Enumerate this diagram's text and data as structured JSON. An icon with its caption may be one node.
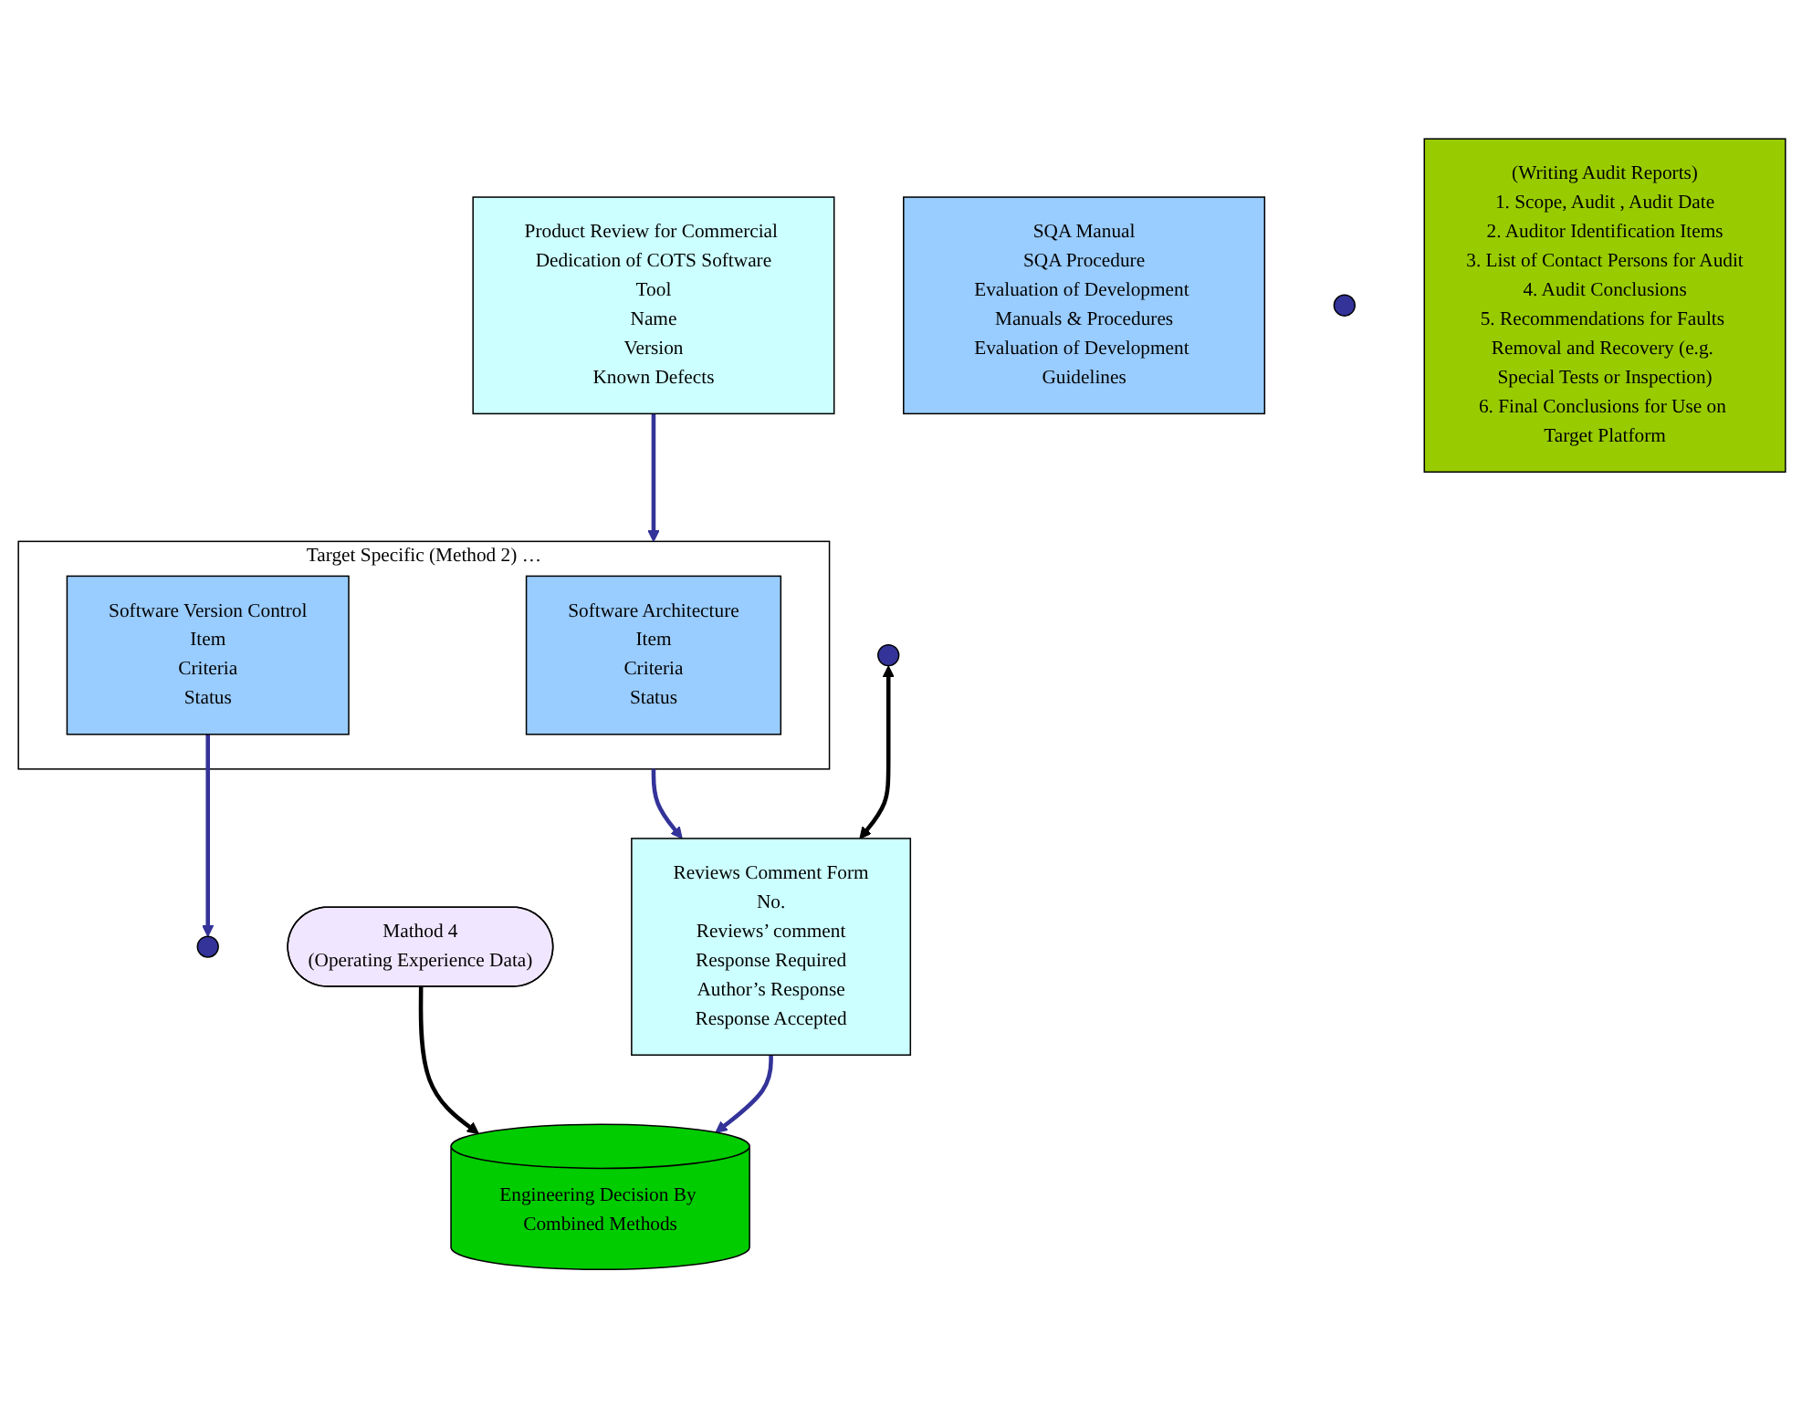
{
  "diagram": {
    "nodes": [
      {
        "text": [
          "Product Review for Commercial Dedication of COTS Software",
          "Tool",
          "Name",
          "Version",
          "Known Defects"
        ]
      },
      {
        "text": [
          "Target Specific (Method 2) …"
        ]
      },
      {
        "text": [
          "Software Architecture",
          "Item",
          "Criteria",
          "Status"
        ],
        "in": 1
      },
      {
        "text": [
          "Software Version Control",
          "Item",
          "Criteria",
          "Status"
        ],
        "in": 1
      },
      {
        "text": [
          "SQA Manual",
          "SQA Procedure",
          "Evaluation of Development Manuals & Procedures",
          "Evaluation of Development Guidelines"
        ]
      },
      {
        "text": [],
        "shape": "circle"
      },
      {
        "text": [],
        "shape": "circle"
      },
      {
        "text": [],
        "shape": "circle"
      },
      {
        "text": [
          "(Writing Audit Reports)",
          "1. Scope, Audit , Audit Date",
          "2. Auditor Identification Items",
          "3. List of Contact Persons for Audit",
          "4. Audit Conclusions",
          "5. Recommendations for Faults Removal and Recovery (e.g. Special Tests or Inspection)",
          "6. Final Conclusions for Use on Target Platform"
        ]
      },
      {
        "text": [
          "Reviews Comment Form",
          "No.",
          "Reviews’ comment",
          "Response Required",
          "Author’s Response",
          "Response Accepted"
        ]
      },
      {
        "text": [
          "Engineering Decision By Combined Methods"
        ]
      },
      {
        "text": [
          "Mathod 4",
          "(Operating Experience Data)"
        ]
      }
    ],
    "edges": [
      {
        "from": 0,
        "to": 1,
        "arrow": "to"
      },
      {
        "from": 3,
        "to": 5,
        "arrow": "to"
      },
      {
        "from": 1,
        "to": 9,
        "arrow": "to"
      },
      {
        "from": 6,
        "to": 9,
        "arrow": "both",
        "color": "#000000"
      },
      {
        "from": 9,
        "to": 10,
        "arrow": "to"
      },
      {
        "from": 11,
        "to": 10,
        "arrow": "to",
        "color": "#000000"
      }
    ]
  }
}
